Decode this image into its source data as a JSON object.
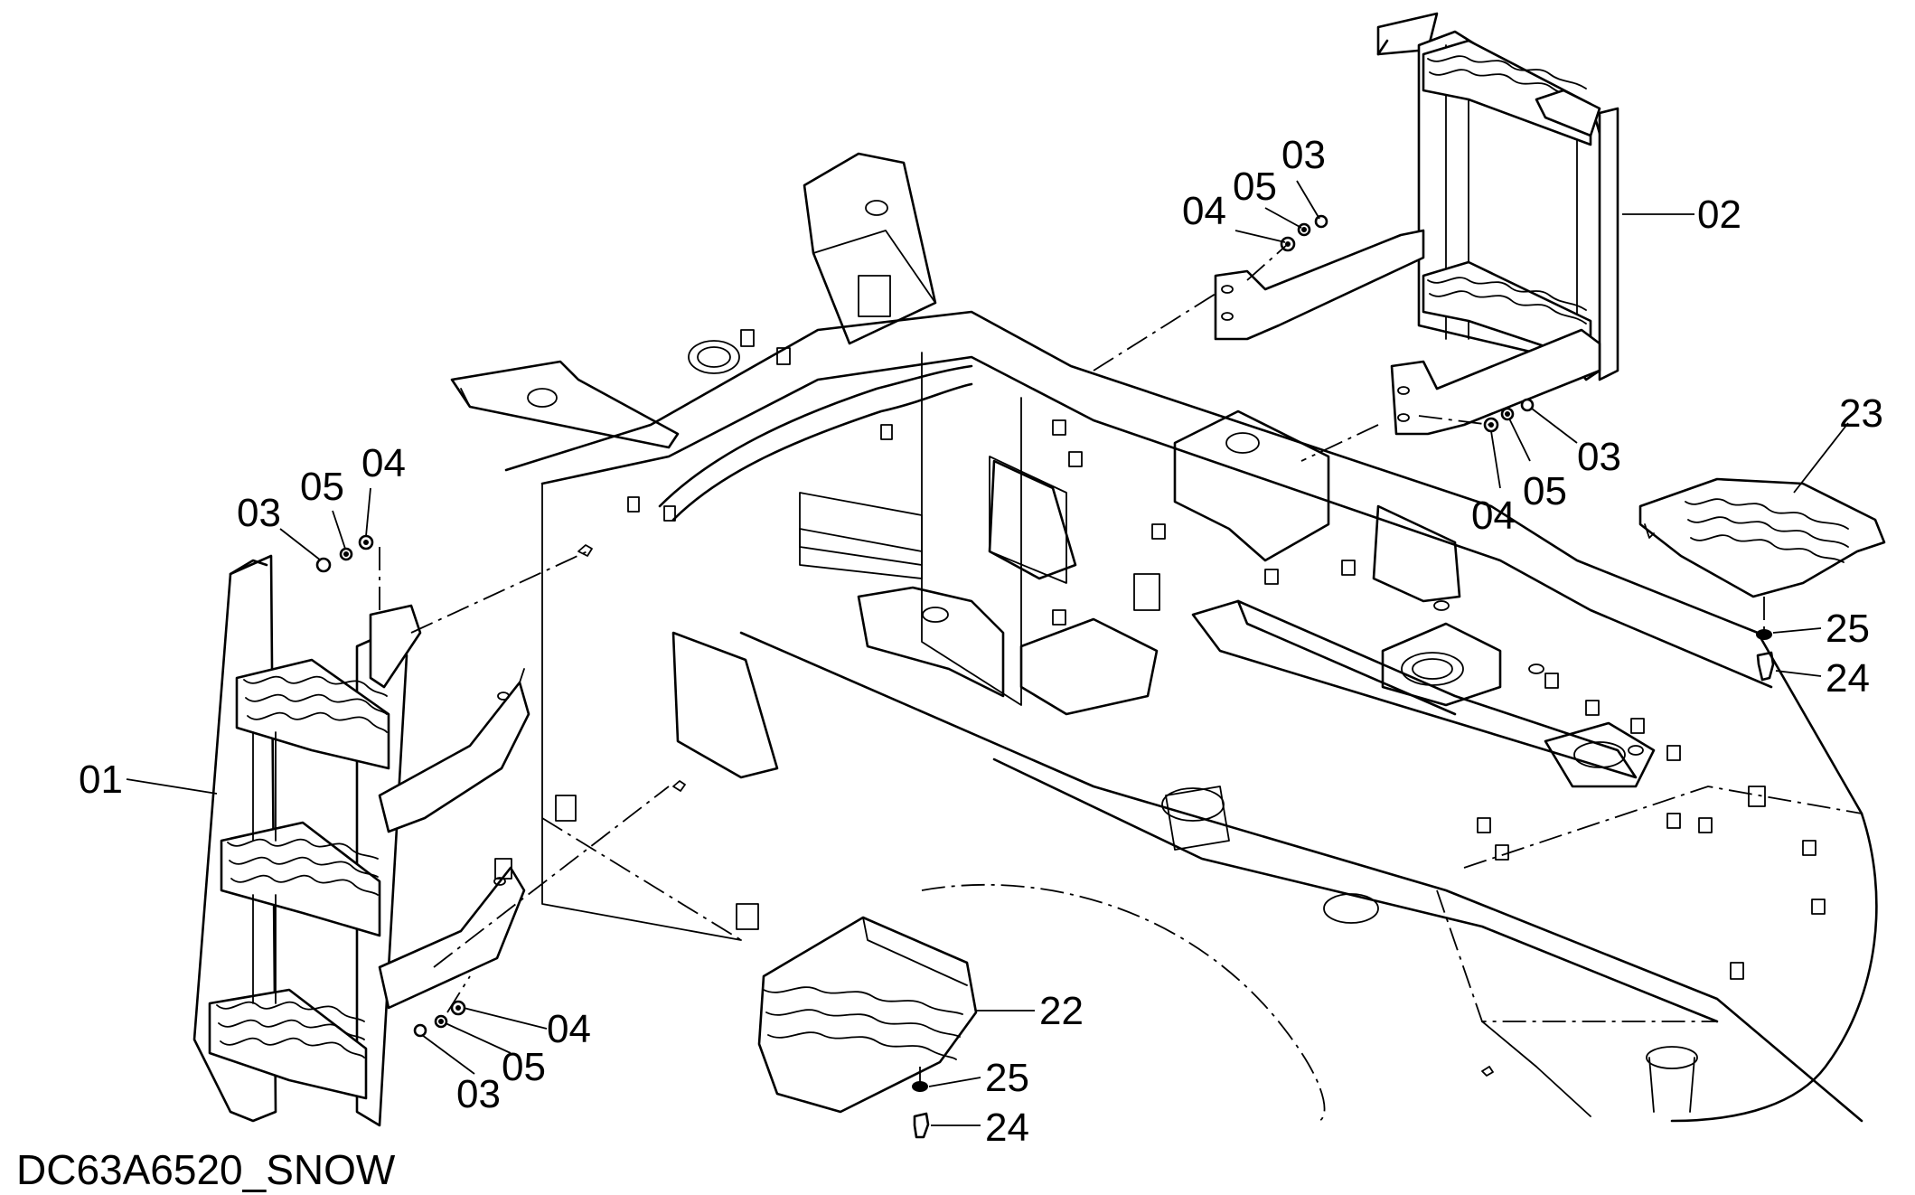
{
  "drawing_code": "DC63A6520_SNOW",
  "callouts": {
    "c01": "01",
    "c02": "02",
    "c03_top": "03",
    "c04_top": "04",
    "c05_top": "05",
    "c03_mid": "03",
    "c04_mid": "04",
    "c05_mid": "05",
    "c03_left": "03",
    "c05_left": "05",
    "c04_left": "04",
    "c04_bot": "04",
    "c05_bot": "05",
    "c03_bot": "03",
    "c22": "22",
    "c23": "23",
    "c24_right": "24",
    "c25_right": "25",
    "c24_bot": "24",
    "c25_bot": "25"
  }
}
